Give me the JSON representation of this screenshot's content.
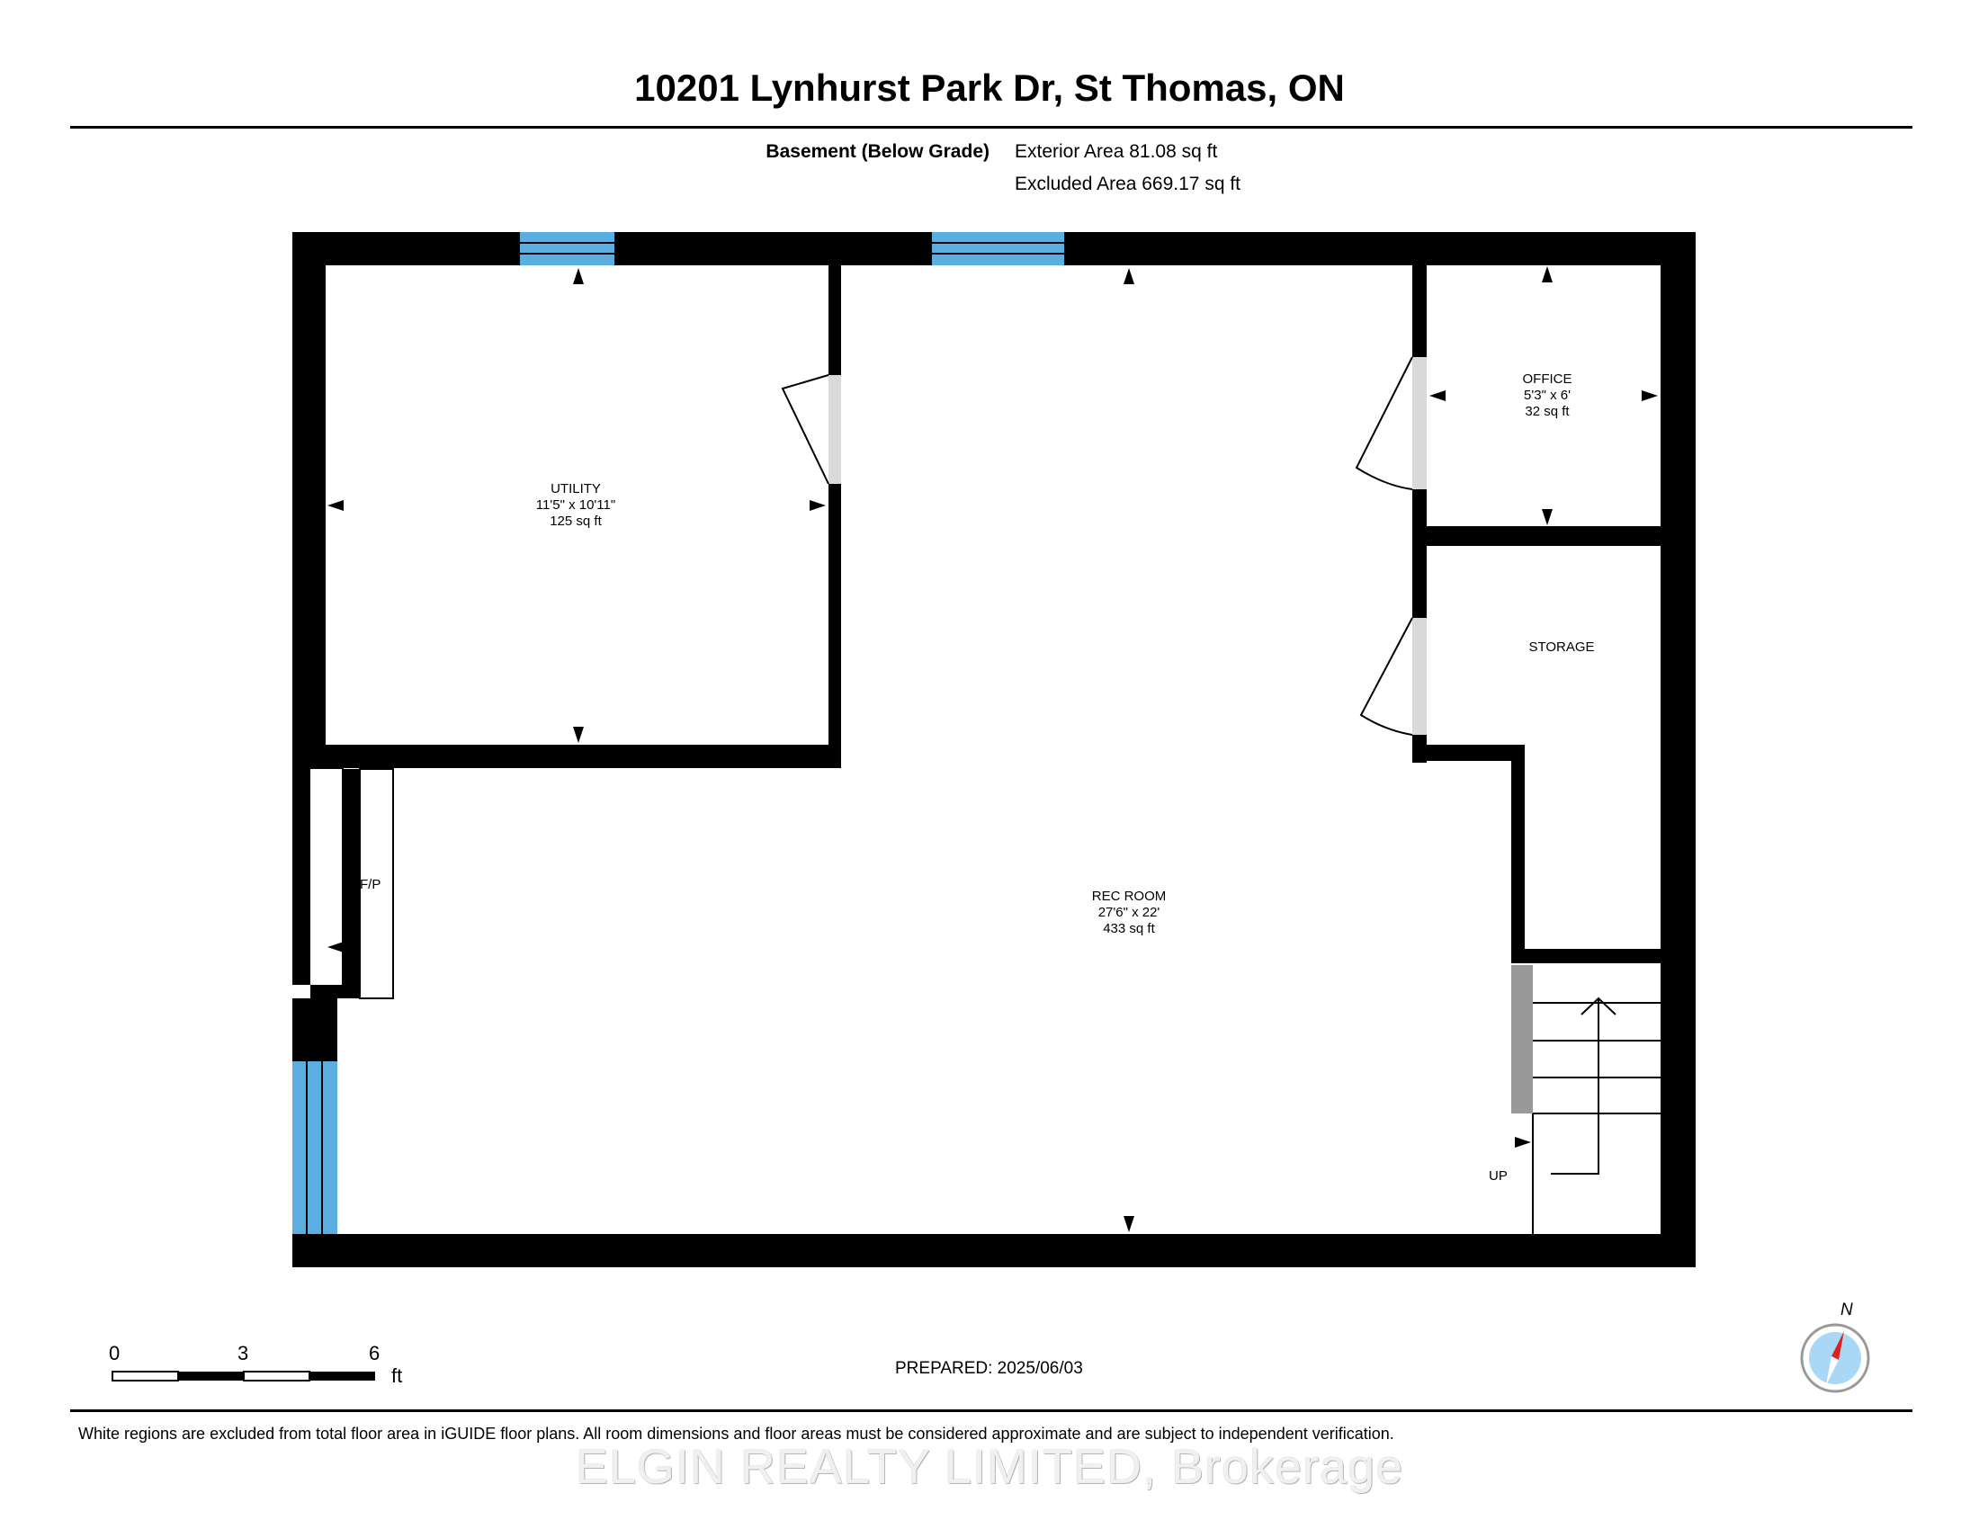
{
  "header": {
    "address": "10201 Lynhurst Park Dr, St Thomas, ON",
    "level": "Basement (Below Grade)",
    "exterior_area": "Exterior Area 81.08 sq ft",
    "excluded_area": "Excluded Area 669.17 sq ft"
  },
  "rooms": {
    "utility": {
      "name": "UTILITY",
      "dims": "11'5\" x 10'11\"",
      "area": "125 sq ft"
    },
    "office": {
      "name": "OFFICE",
      "dims": "5'3\" x 6'",
      "area": "32 sq ft"
    },
    "storage": {
      "name": "STORAGE"
    },
    "rec_room": {
      "name": "REC ROOM",
      "dims": "27'6\" x 22'",
      "area": "433 sq ft"
    },
    "fireplace": {
      "name": "F/P"
    },
    "stairs": {
      "label": "UP"
    }
  },
  "scale_bar": {
    "ticks": [
      "0",
      "3",
      "6"
    ],
    "unit": "ft"
  },
  "compass": {
    "label": "N"
  },
  "footer": {
    "prepared": "PREPARED: 2025/06/03",
    "disclaimer": "White regions are excluded from total floor area in iGUIDE floor plans. All room dimensions and floor areas must be considered approximate and are subject to independent verification.",
    "watermark": "ELGIN REALTY LIMITED, Brokerage"
  },
  "colors": {
    "wall": "#000000",
    "window": "#5aaee0",
    "door_gap": "#d9d9d9",
    "compass_needle": "#e02020",
    "compass_face": "#a8d8f5"
  }
}
